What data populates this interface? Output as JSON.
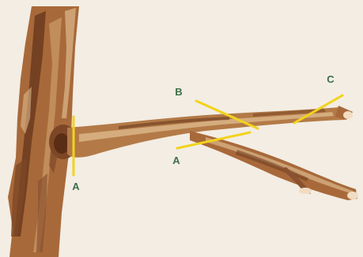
{
  "colors": {
    "background": "#f3ede4",
    "bark_dark": "#6b3b1f",
    "bark_mid": "#a8693a",
    "bark_light": "#c99a66",
    "bark_pale": "#ddb98c",
    "cut_line": "#f2d31b",
    "label": "#3e6e48"
  },
  "labels": {
    "trunk_cut": "A",
    "lower_branch_cut": "A",
    "upper_branch_cut": "B",
    "tip_cut": "C"
  }
}
